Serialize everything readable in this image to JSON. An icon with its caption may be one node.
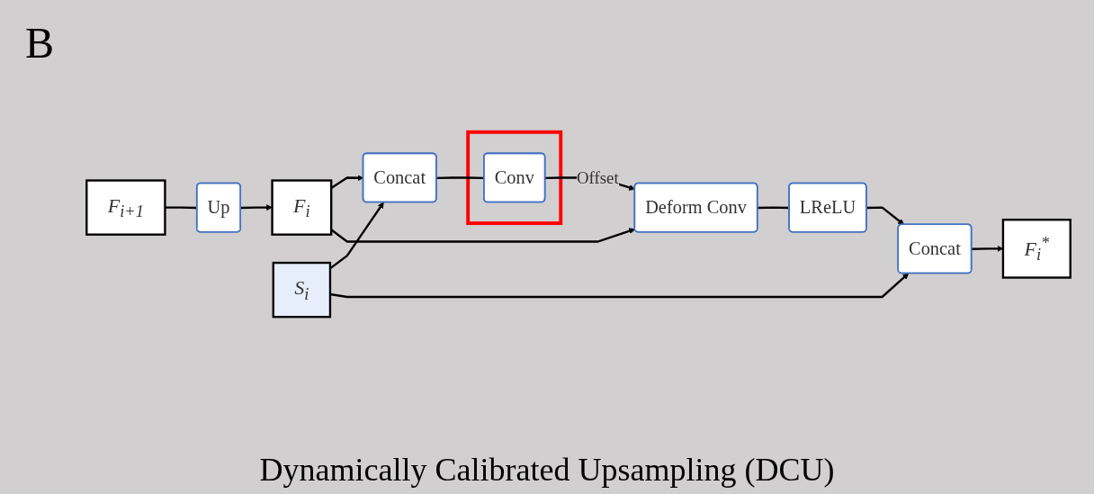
{
  "diagram": {
    "caption": "Dynamically Calibrated Upsampling (DCU)",
    "nodes": [
      {
        "text": [
          "F$_{i+1}$"
        ]
      },
      {
        "text": [
          "Up"
        ]
      },
      {
        "text": [
          "F$_{i}$"
        ]
      },
      {
        "text": [
          "S$_{i}$"
        ]
      },
      {
        "text": [
          "Concat"
        ]
      },
      {
        "text": [],
        "shape": "box"
      },
      {
        "text": [
          "Conv"
        ],
        "in": 5
      },
      {
        "text": [
          "Deform Conv"
        ]
      },
      {
        "text": [
          "LReLU"
        ]
      },
      {
        "text": [
          "Concat"
        ]
      },
      {
        "text": [
          "F$_{i}$$^{*}$"
        ]
      }
    ],
    "edges": [
      {
        "from": 0,
        "to": 1,
        "arrow": "none"
      },
      {
        "from": 1,
        "to": 2,
        "arrow": "to"
      },
      {
        "from": 2,
        "to": 4,
        "arrow": "to"
      },
      {
        "from": 2,
        "to": 7,
        "arrow": "to"
      },
      {
        "from": 3,
        "to": 4,
        "arrow": "to"
      },
      {
        "from": 3,
        "to": 9,
        "arrow": "to"
      },
      {
        "from": 4,
        "to": 6,
        "arrow": "none"
      },
      {
        "from": 6,
        "to": 7,
        "arrow": "to",
        "label": "Offset"
      },
      {
        "from": 7,
        "to": 8,
        "arrow": "none"
      },
      {
        "from": 8,
        "to": 9,
        "arrow": "to"
      },
      {
        "from": 9,
        "to": 10,
        "arrow": "to"
      }
    ],
    "labels": [
      "B"
    ]
  }
}
